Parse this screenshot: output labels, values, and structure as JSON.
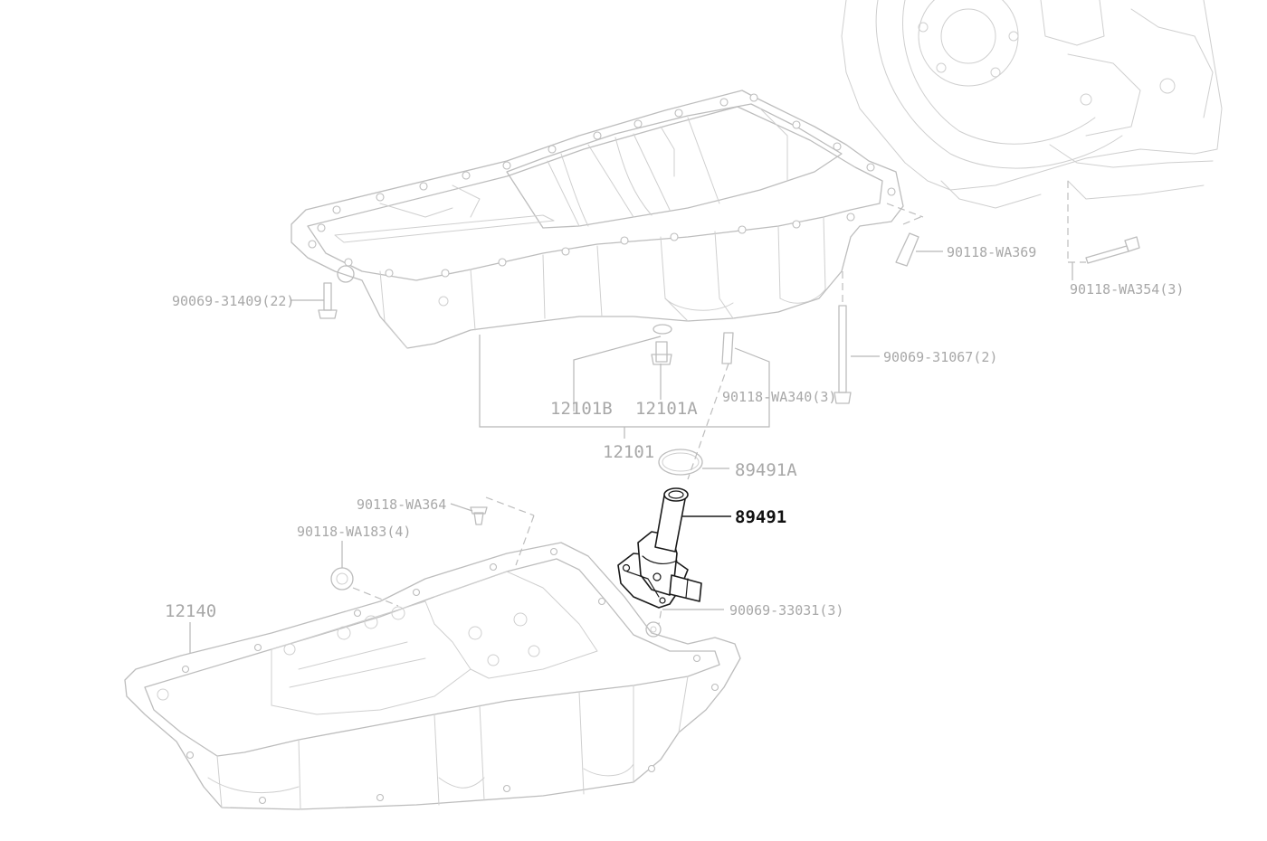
{
  "diagram": {
    "highlighted_part": "89491",
    "labels": {
      "p90118_wa369": "90118-WA369",
      "p90118_wa354": "90118-WA354(3)",
      "p90069_31409": "90069-31409(22)",
      "p90069_31067": "90069-31067(2)",
      "p90118_wa340": "90118-WA340(3)",
      "p12101b": "12101B",
      "p12101a": "12101A",
      "p12101": "12101",
      "p89491a": "89491A",
      "p89491": "89491",
      "p90118_wa364": "90118-WA364",
      "p90118_wa183": "90118-WA183(4)",
      "p12140": "12140",
      "p90069_33031": "90069-33031(3)"
    },
    "colors": {
      "background": "#ffffff",
      "context_lines": "#bdbdbd",
      "context_text": "#a8a8a8",
      "highlight": "#111111"
    }
  }
}
